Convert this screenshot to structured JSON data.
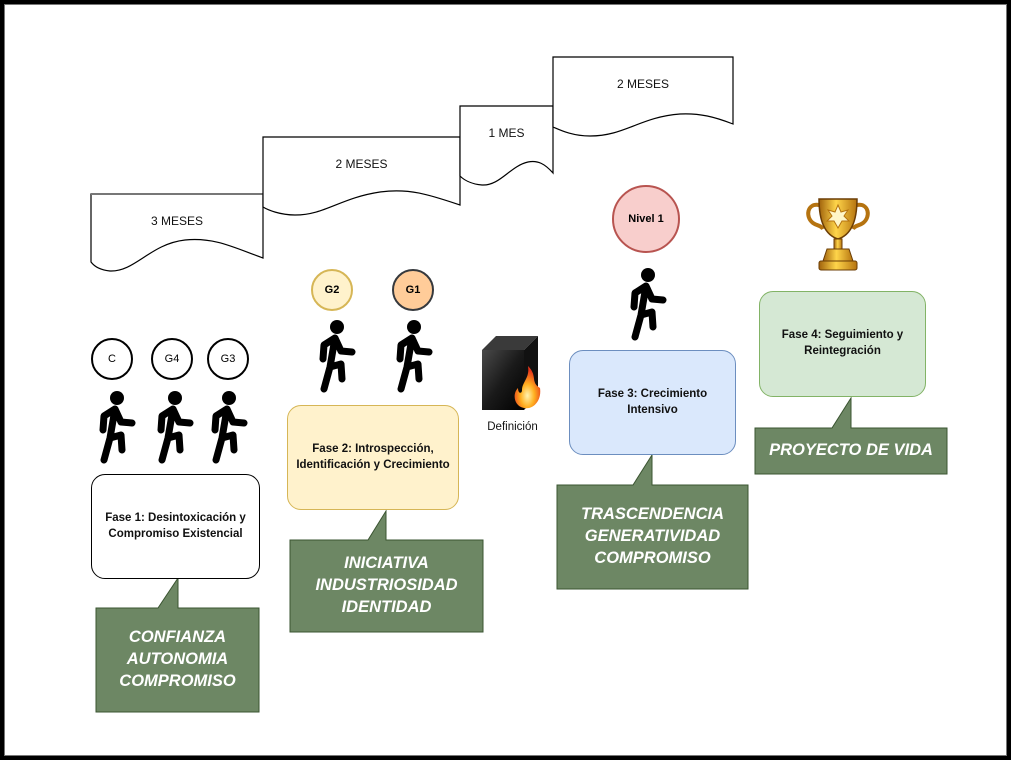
{
  "timeline": [
    {
      "label": "3 MESES"
    },
    {
      "label": "2 MESES"
    },
    {
      "label": "1 MES"
    },
    {
      "label": "2 MESES"
    }
  ],
  "groups": {
    "phase1": [
      {
        "label": "C",
        "fill": "#ffffff",
        "stroke": "#000000"
      },
      {
        "label": "G4",
        "fill": "#ffffff",
        "stroke": "#000000"
      },
      {
        "label": "G3",
        "fill": "#ffffff",
        "stroke": "#000000"
      }
    ],
    "phase2": [
      {
        "label": "G2",
        "fill": "#fff2cc",
        "stroke": "#d6b656"
      },
      {
        "label": "G1",
        "fill": "#ffcc99",
        "stroke": "#36393d"
      }
    ],
    "phase3": [
      {
        "label": "Nivel 1",
        "fill": "#f8cecc",
        "stroke": "#b85450"
      }
    ]
  },
  "phases": [
    {
      "label": "Fase 1: Desintoxicación y Compromiso Existencial",
      "fill": "#ffffff",
      "stroke": "#000000",
      "values": [
        "CONFIANZA",
        "AUTONOMIA",
        "COMPROMISO"
      ]
    },
    {
      "label": "Fase 2: Introspección, Identificación y Crecimiento",
      "fill": "#fff2cc",
      "stroke": "#d6b656",
      "values": [
        "INICIATIVA",
        "INDUSTRIOSIDAD",
        "IDENTIDAD"
      ]
    },
    {
      "label": "Fase 3: Crecimiento Intensivo",
      "fill": "#dae8fc",
      "stroke": "#6c8ebf",
      "values": [
        "TRASCENDENCIA",
        "GENERATIVIDAD",
        "COMPROMISO"
      ]
    },
    {
      "label": "Fase 4: Seguimiento y Reintegración",
      "fill": "#d5e8d4",
      "stroke": "#82b366",
      "values": [
        "PROYECTO DE VIDA"
      ]
    }
  ],
  "callout_color": "#6d8764",
  "firewall": {
    "caption": "Definición"
  },
  "icons": {
    "walker": "walking-person-icon",
    "firewall": "firewall-icon",
    "trophy": "trophy-icon"
  }
}
